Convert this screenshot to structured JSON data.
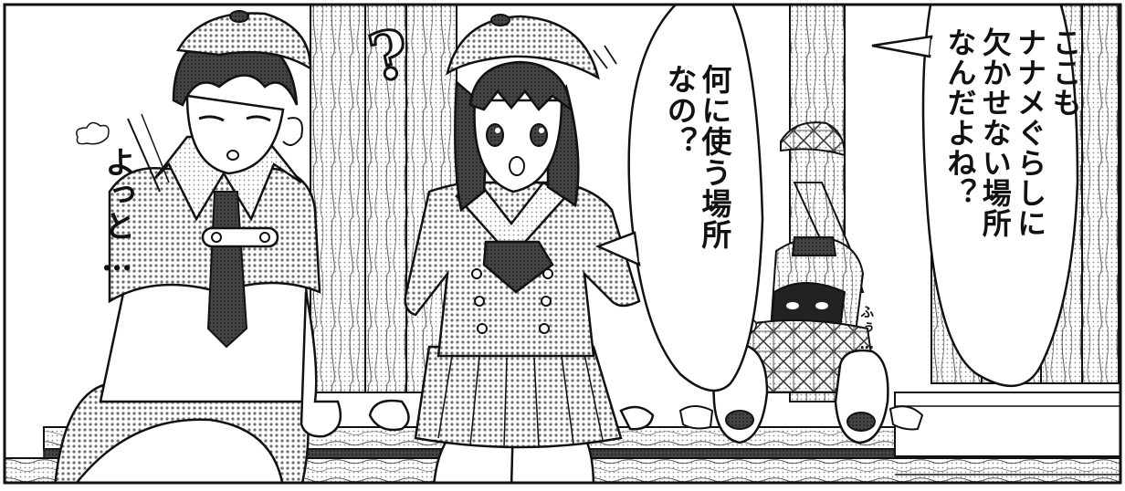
{
  "speech": {
    "right_bubble": {
      "lines": [
        "ここも",
        "ナナメぐらしに",
        "欠かせない場所",
        "なんだよね？"
      ]
    },
    "center_bubble": {
      "lines": [
        "何に使う場所",
        "なの？"
      ]
    }
  },
  "sfx": {
    "yotto": "よっと…",
    "fu": "ふぅ…",
    "question": "?"
  },
  "colors": {
    "ink": "#111111",
    "paper": "#ffffff",
    "screen_tone": "#9a9a9a"
  }
}
